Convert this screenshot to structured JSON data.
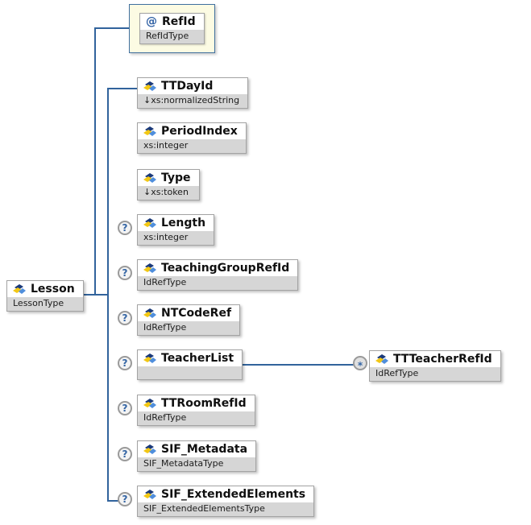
{
  "diagram": {
    "root": {
      "name": "Lesson",
      "type": "LessonType"
    },
    "attribute": {
      "symbol": "@",
      "name": "RefId",
      "type": "RefIdType"
    },
    "children": [
      {
        "name": "TTDayId",
        "type": "↓xs:normalizedString",
        "occurs": ""
      },
      {
        "name": "PeriodIndex",
        "type": "xs:integer",
        "occurs": ""
      },
      {
        "name": "Type",
        "type": "↓xs:token",
        "occurs": ""
      },
      {
        "name": "Length",
        "type": "xs:integer",
        "occurs": "?"
      },
      {
        "name": "TeachingGroupRefId",
        "type": "IdRefType",
        "occurs": "?"
      },
      {
        "name": "NTCodeRef",
        "type": "IdRefType",
        "occurs": "?"
      },
      {
        "name": "TeacherList",
        "type": "",
        "occurs": "?"
      },
      {
        "name": "TTRoomRefId",
        "type": "IdRefType",
        "occurs": "?"
      },
      {
        "name": "SIF_Metadata",
        "type": "SIF_MetadataType",
        "occurs": "?"
      },
      {
        "name": "SIF_ExtendedElements",
        "type": "SIF_ExtendedElementsType",
        "occurs": "?"
      }
    ],
    "grandchild": {
      "name": "TTTeacherRefId",
      "type": "IdRefType",
      "occurs": "*"
    },
    "colors": {
      "connector": "#31639C",
      "node_border": "#a3a3a3",
      "type_band": "#d6d6d6",
      "attribute_container_fill": "#fcfbe3",
      "attribute_container_border": "#40709f",
      "occurrence_glyph": "#3465a4"
    }
  }
}
